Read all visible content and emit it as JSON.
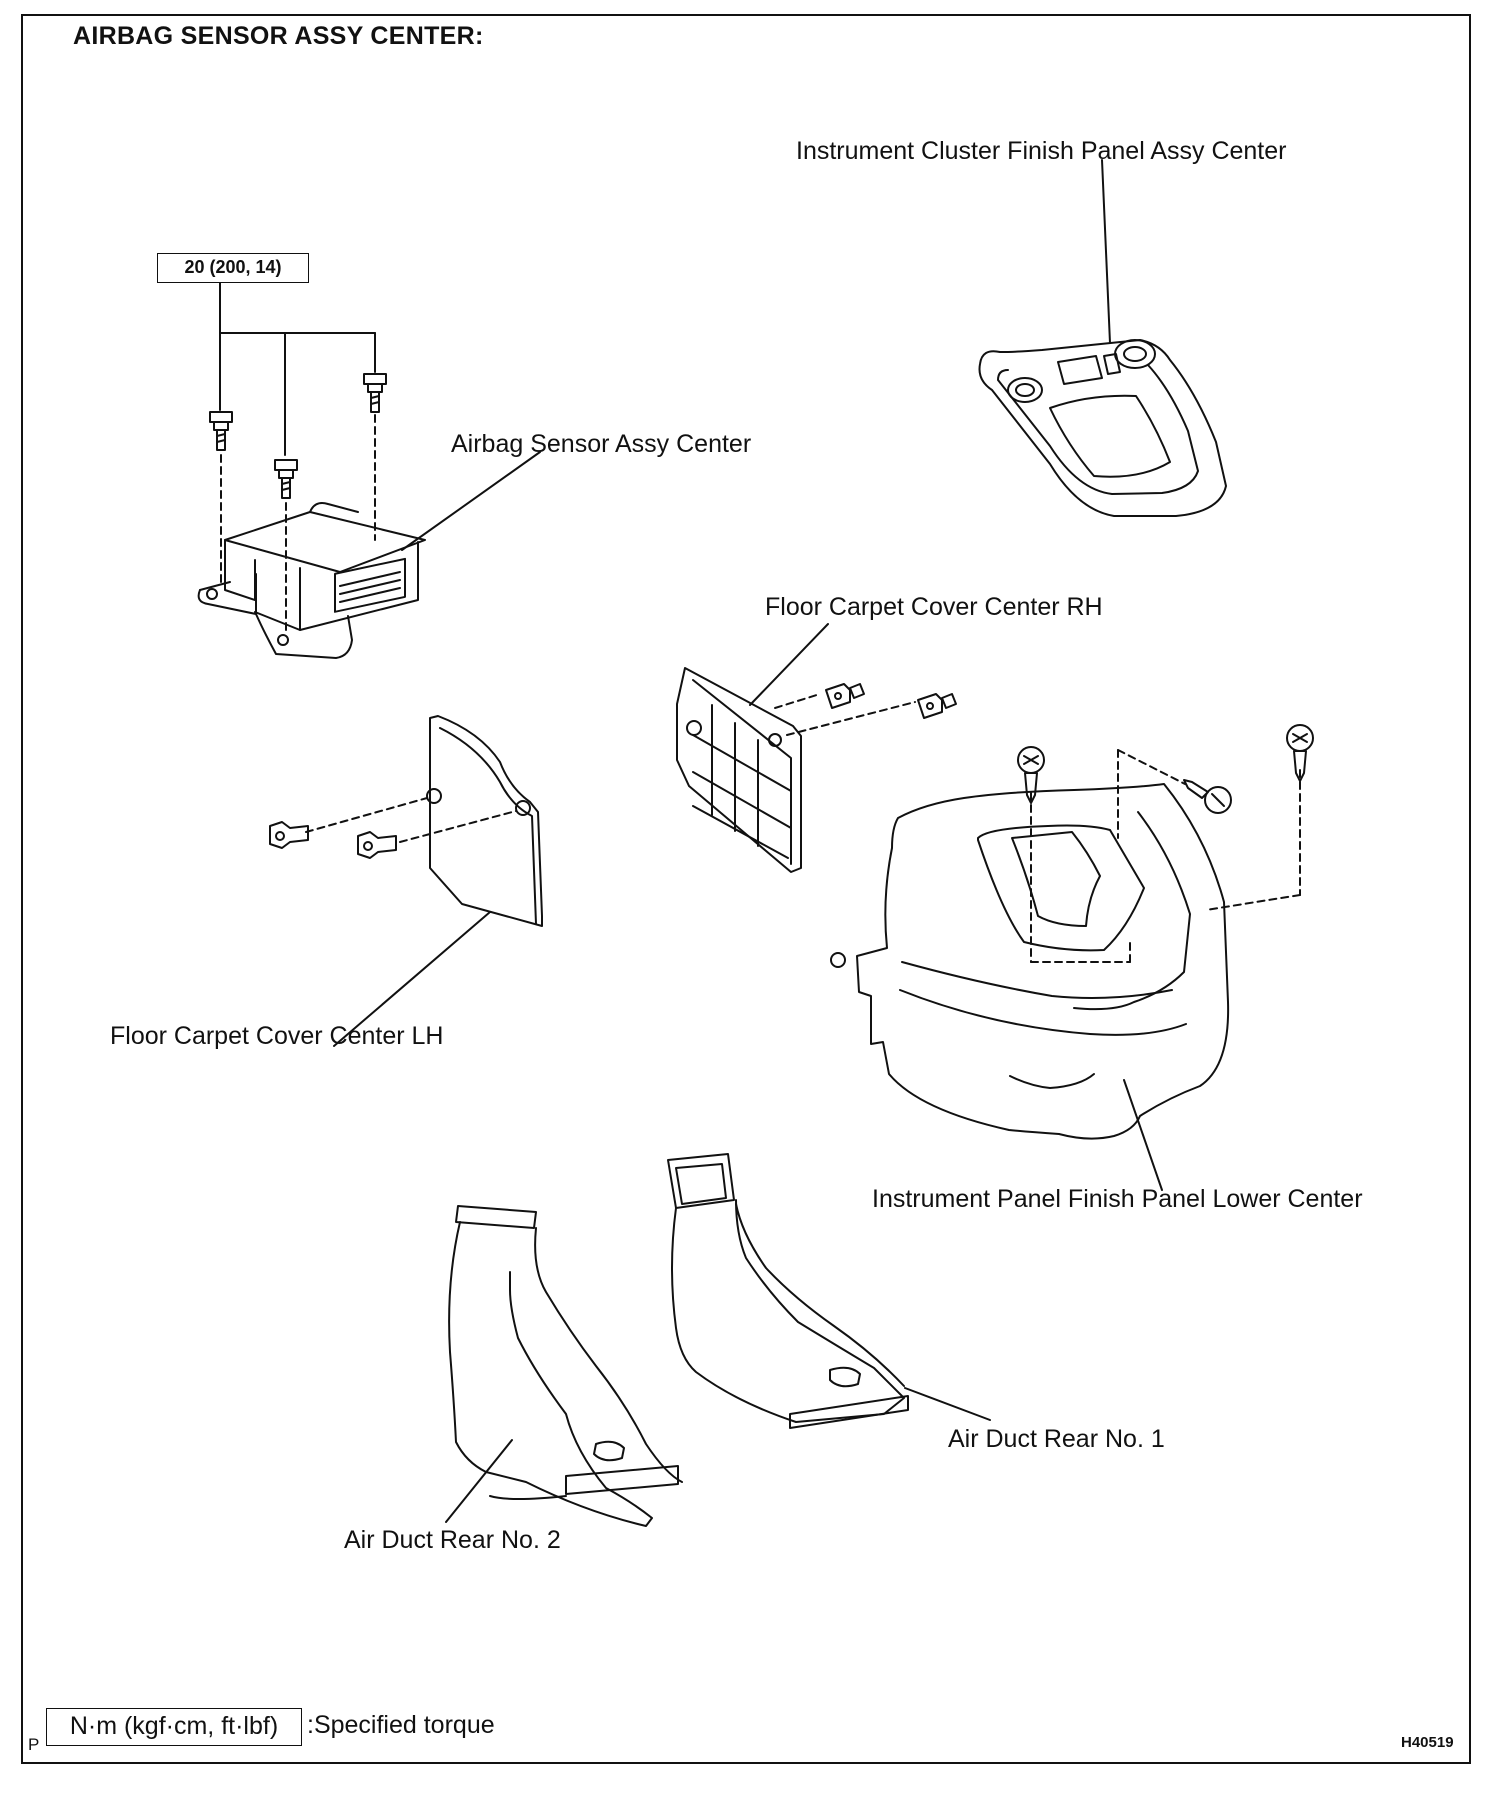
{
  "title": "AIRBAG SENSOR ASSY CENTER:",
  "torque_spec": "20 (200, 14)",
  "labels": {
    "cluster_panel": "Instrument Cluster Finish Panel Assy Center",
    "airbag_sensor": "Airbag Sensor Assy Center",
    "carpet_rh": "Floor Carpet Cover Center RH",
    "carpet_lh": "Floor Carpet Cover Center LH",
    "lower_center": "Instrument Panel Finish Panel Lower Center",
    "duct_1": "Air Duct Rear No. 1",
    "duct_2": "Air Duct Rear No. 2"
  },
  "legend": {
    "unit": "N·m (kgf·cm, ft·lbf)",
    "text": ":Specified torque"
  },
  "corner_letter": "P",
  "figure_code": "H40519"
}
